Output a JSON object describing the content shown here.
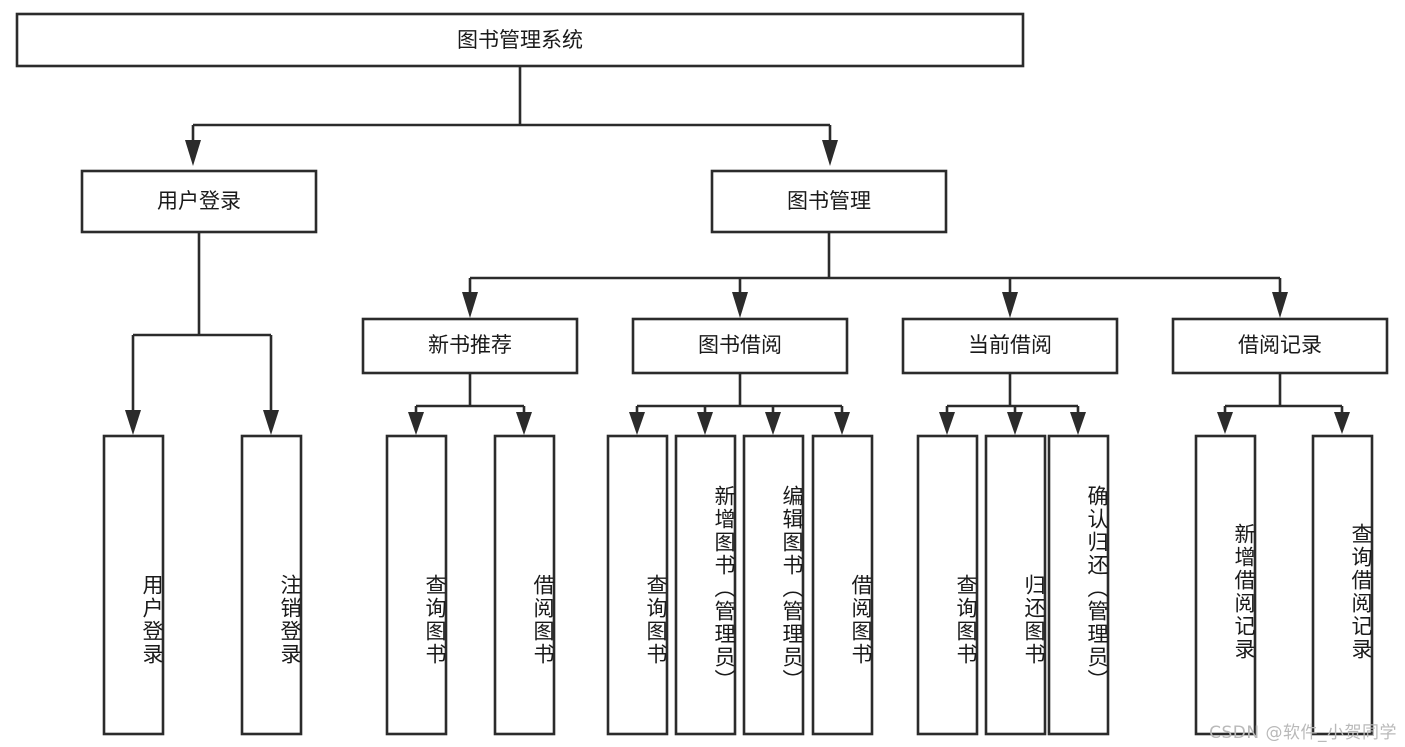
{
  "diagram": {
    "type": "tree",
    "title_node": {
      "label": "图书管理系统"
    },
    "level2": [
      {
        "label": "用户登录"
      },
      {
        "label": "图书管理"
      }
    ],
    "level3": [
      {
        "label": "新书推荐"
      },
      {
        "label": "图书借阅"
      },
      {
        "label": "当前借阅"
      },
      {
        "label": "借阅记录"
      }
    ],
    "leaves": {
      "user_login": [
        {
          "label": "用户登录"
        },
        {
          "label": "注销登录"
        }
      ],
      "new_book": [
        {
          "label": "查询图书"
        },
        {
          "label": "借阅图书"
        }
      ],
      "book_borrow": [
        {
          "label": "查询图书"
        },
        {
          "label": "新增图书（管理员）"
        },
        {
          "label": "编辑图书（管理员）"
        },
        {
          "label": "借阅图书"
        }
      ],
      "current_borrow": [
        {
          "label": "查询图书"
        },
        {
          "label": "归还图书"
        },
        {
          "label": "确认归还（管理员）"
        }
      ],
      "borrow_record": [
        {
          "label": "新增借阅记录"
        },
        {
          "label": "查询借阅记录"
        }
      ]
    }
  },
  "watermark": {
    "text": "CSDN @软件_小贺同学"
  },
  "colors": {
    "box_stroke": "#2b2b2b",
    "box_fill": "#ffffff",
    "text": "#1a1a1a",
    "watermark": "#b9b9b9",
    "background": "#ffffff"
  }
}
